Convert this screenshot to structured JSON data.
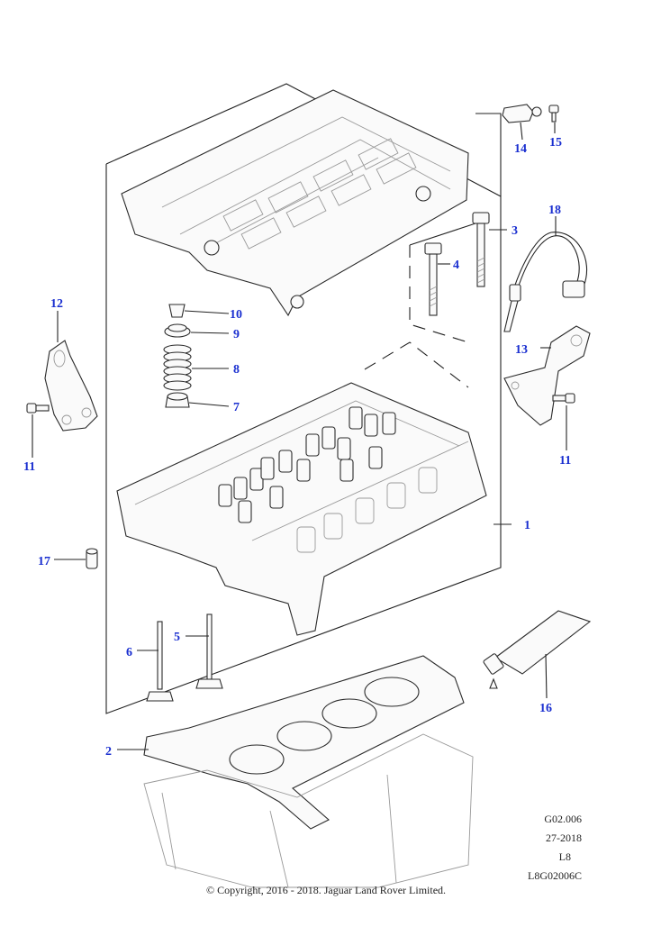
{
  "callouts": [
    {
      "id": "c1",
      "label": "1"
    },
    {
      "id": "c2",
      "label": "2"
    },
    {
      "id": "c3",
      "label": "3"
    },
    {
      "id": "c4",
      "label": "4"
    },
    {
      "id": "c5",
      "label": "5"
    },
    {
      "id": "c6",
      "label": "6"
    },
    {
      "id": "c7",
      "label": "7"
    },
    {
      "id": "c8",
      "label": "8"
    },
    {
      "id": "c9",
      "label": "9"
    },
    {
      "id": "c10",
      "label": "10"
    },
    {
      "id": "c11a",
      "label": "11"
    },
    {
      "id": "c11b",
      "label": "11"
    },
    {
      "id": "c12",
      "label": "12"
    },
    {
      "id": "c13",
      "label": "13"
    },
    {
      "id": "c14",
      "label": "14"
    },
    {
      "id": "c15",
      "label": "15"
    },
    {
      "id": "c16",
      "label": "16"
    },
    {
      "id": "c17",
      "label": "17"
    },
    {
      "id": "c18",
      "label": "18"
    }
  ],
  "meta": {
    "code": "G02.006",
    "date": "27-2018",
    "model": "L8",
    "ref": "L8G02006C"
  },
  "copyright": "© Copyright, 2016 - 2018. Jaguar Land Rover Limited.",
  "accent_color": "#1a2fd0"
}
